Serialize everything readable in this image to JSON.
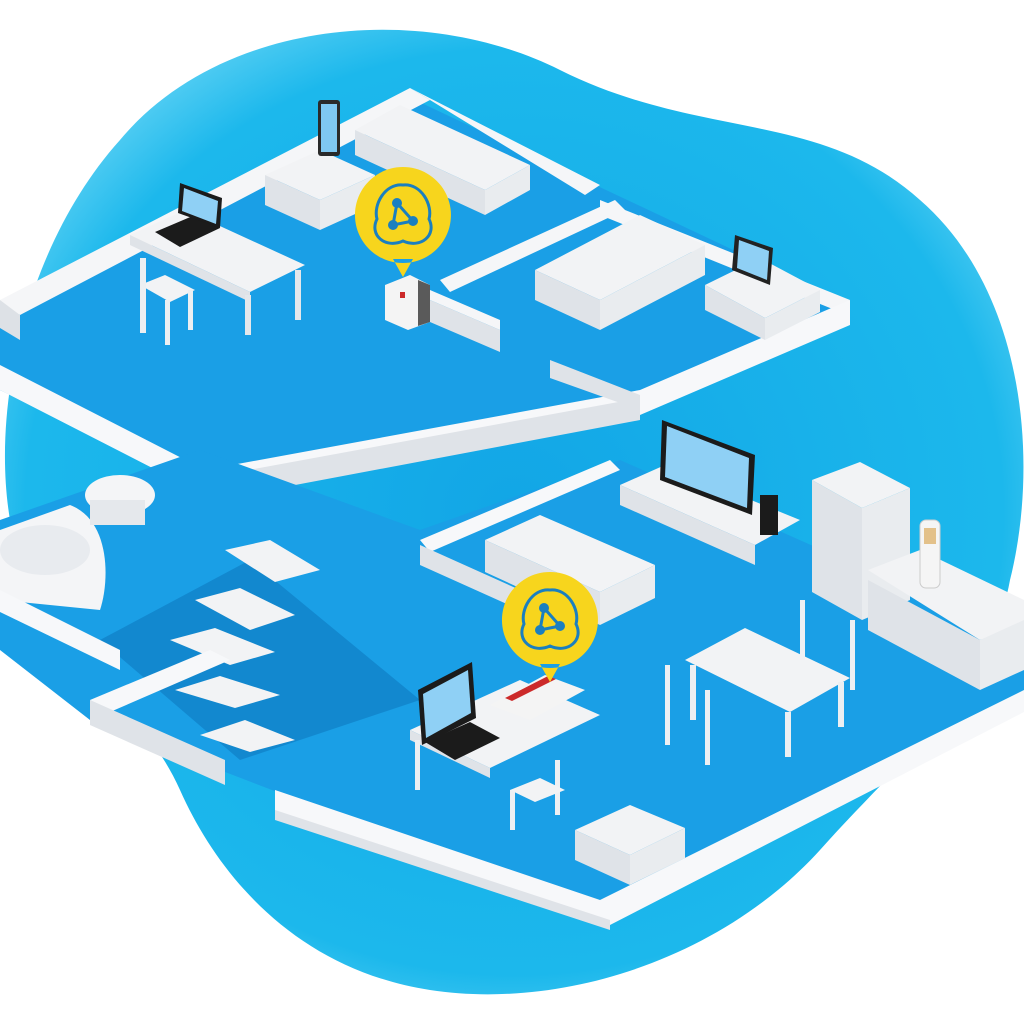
{
  "colors": {
    "background": "#ffffff",
    "blob": "#1ab4ea",
    "blob_edge": "#5fd3f5",
    "floor": "#1a9fe6",
    "floor_shadow": "#1288cf",
    "wall_top": "#f7f8fa",
    "wall_side": "#dfe3e8",
    "furniture": "#f2f3f5",
    "pin": "#f7d51d",
    "pin_icon": "#1a7fc0",
    "screen": "#7fc8f2",
    "device_dark": "#1b1b1b"
  },
  "pins": [
    {
      "icon": "mesh-network-icon",
      "room": "upper-floor"
    },
    {
      "icon": "mesh-network-icon",
      "room": "lower-floor"
    }
  ],
  "devices": [
    "tablet",
    "laptop",
    "mesh-repeater",
    "monitor",
    "tv",
    "cordless-phone",
    "router",
    "laptop"
  ]
}
